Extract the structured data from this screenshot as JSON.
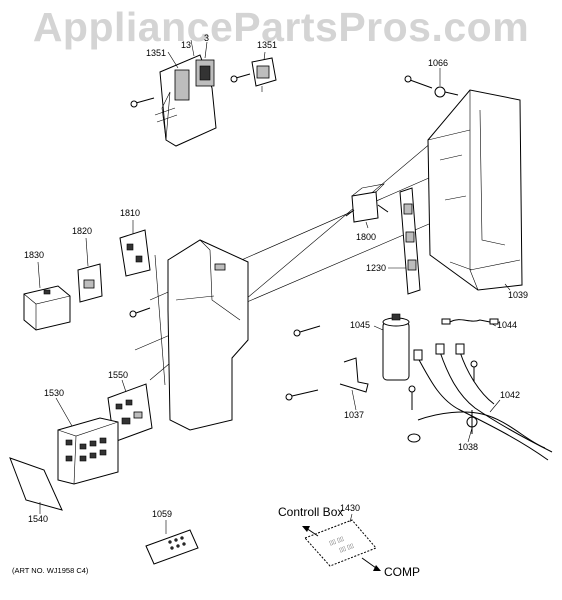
{
  "watermark": "AppliancePartsPros.com",
  "part_labels": {
    "p1351": "1351",
    "p13a": "13",
    "p3b": "3",
    "p1351b": "1351",
    "p1066": "1066",
    "p1810": "1810",
    "p1820": "1820",
    "p1830": "1830",
    "p1800": "1800",
    "p1230": "1230",
    "p1039": "1039",
    "p1045": "1045",
    "p1044": "1044",
    "p1550": "1550",
    "p1530": "1530",
    "p1037": "1037",
    "p1042": "1042",
    "p1038": "1038",
    "p1540": "1540",
    "p1059": "1059",
    "p1430": "1430"
  },
  "callouts": {
    "control_box": "Controll Box",
    "comp": "COMP"
  },
  "art_number": "(ART NO. WJ1958 C4)"
}
